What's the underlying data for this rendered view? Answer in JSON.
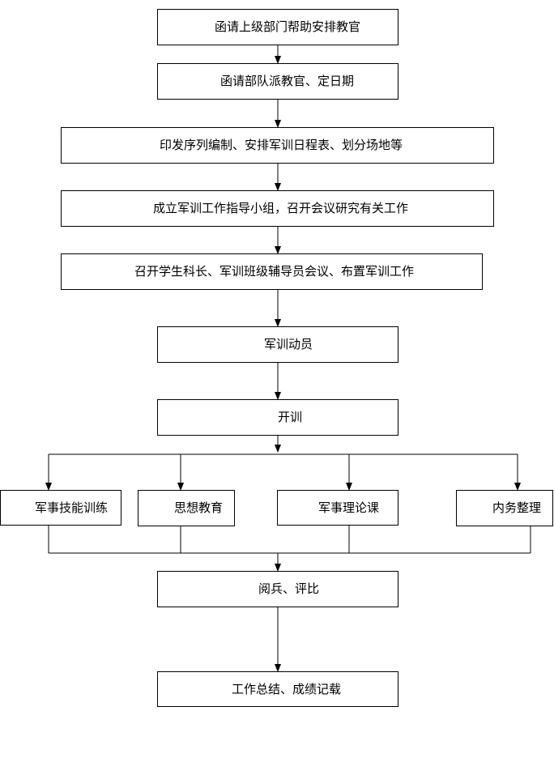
{
  "flowchart": {
    "steps": [
      "函请上级部门帮助安排教官",
      "函请部队派教官、定日期",
      "印发序列编制、安排军训日程表、划分场地等",
      "成立军训工作指导小组，召开会议研究有关工作",
      "召开学生科长、军训班级辅导员会议、布置军训工作",
      "军训动员",
      "开训"
    ],
    "branches": [
      "军事技能训练",
      "思想教育",
      "军事理论课",
      "内务整理"
    ],
    "after": [
      "阅兵、评比",
      "工作总结、成绩记载"
    ]
  }
}
